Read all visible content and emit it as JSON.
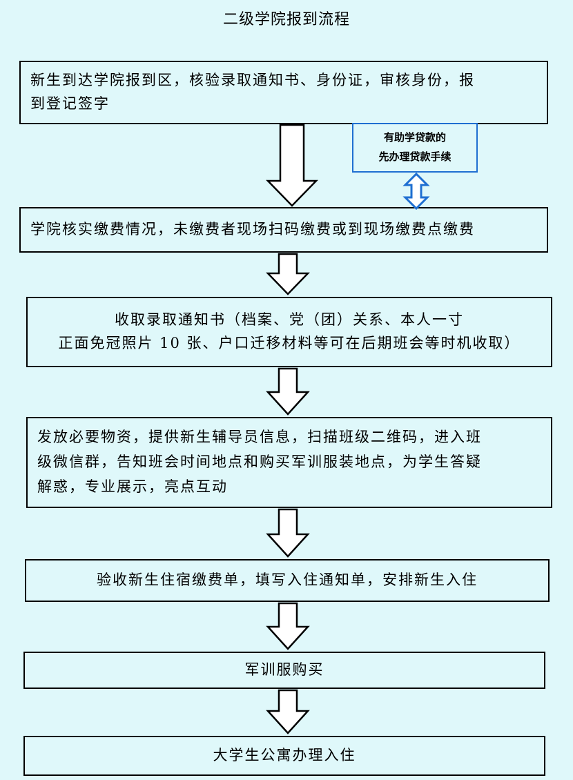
{
  "title": "二级学院报到流程",
  "steps": [
    "新生到达学院报到区，核验录取通知书、身份证，审核身份，报\n到登记签字",
    "学院核实缴费情况，未缴费者现场扫码缴费或到现场缴费点缴费",
    "收取录取通知书（档案、党（团）关系、本人一寸\n正面免冠照片 10 张、户口迁移材料等可在后期班会等时机收取）",
    "发放必要物资，提供新生辅导员信息，扫描班级二维码，进入班\n级微信群，告知班会时间地点和购买军训服装地点，为学生答疑\n解惑，专业展示，亮点互动",
    "验收新生住宿缴费单，填写入住通知单，安排新生入住",
    "军训服购买",
    "大学生公寓办理入住"
  ],
  "side_note": "有助学贷款的\n先办理贷款手续",
  "colors": {
    "background": "#dff8fa",
    "border": "#000000",
    "note_border": "#1f6fd1"
  }
}
